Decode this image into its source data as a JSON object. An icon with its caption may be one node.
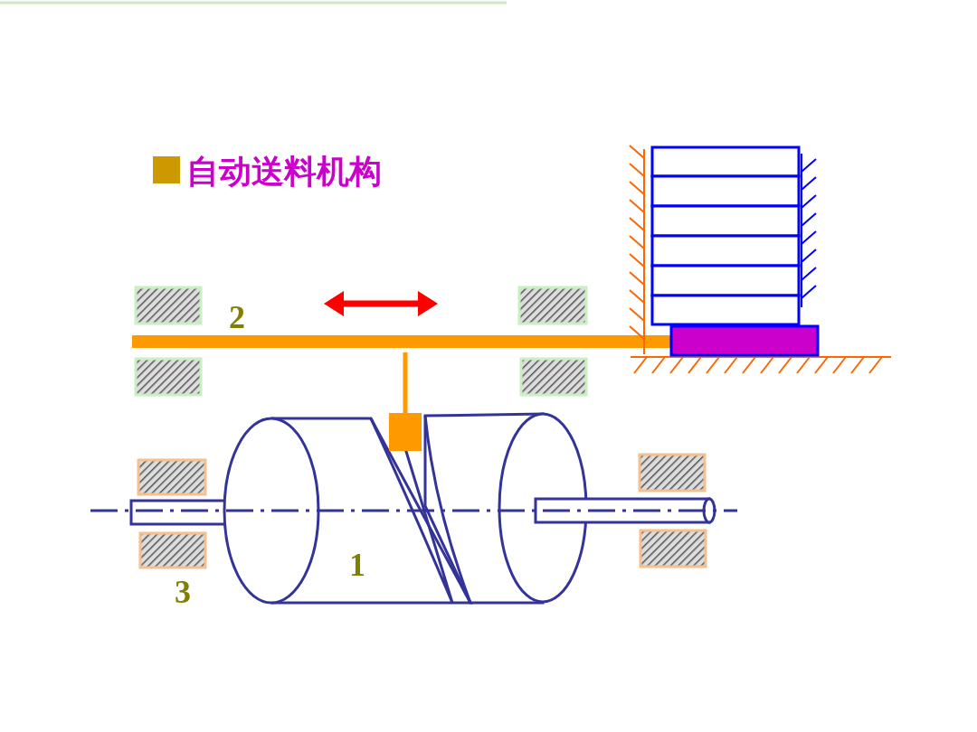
{
  "diagram": {
    "title": "自动送料机构",
    "labels": [
      "2",
      "1",
      "3"
    ]
  }
}
